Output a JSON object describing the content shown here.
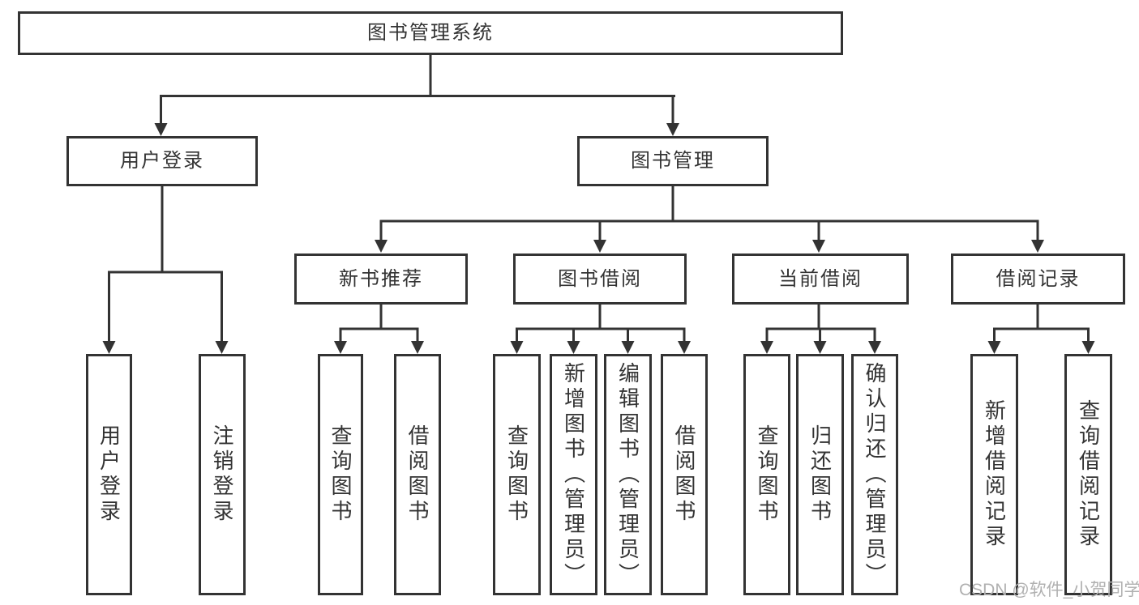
{
  "tree": {
    "root": "图书管理系统",
    "user_login": {
      "label": "用户登录",
      "children": [
        "用户登录",
        "注销登录"
      ]
    },
    "book_mgmt": {
      "label": "图书管理",
      "groups": [
        {
          "label": "新书推荐",
          "children": [
            "查询图书",
            "借阅图书"
          ]
        },
        {
          "label": "图书借阅",
          "children": [
            "查询图书",
            "新增图书（管理员）",
            "编辑图书（管理员）",
            "借阅图书"
          ]
        },
        {
          "label": "当前借阅",
          "children": [
            "查询图书",
            "归还图书",
            "确认归还（管理员）"
          ]
        },
        {
          "label": "借阅记录",
          "children": [
            "新增借阅记录",
            "查询借阅记录"
          ]
        }
      ]
    }
  },
  "watermark": "CSDN @软件_小贺同学",
  "colors": {
    "line": "#333333",
    "text": "#333333",
    "background": "#ffffff",
    "watermark": "#b0b0b0"
  }
}
